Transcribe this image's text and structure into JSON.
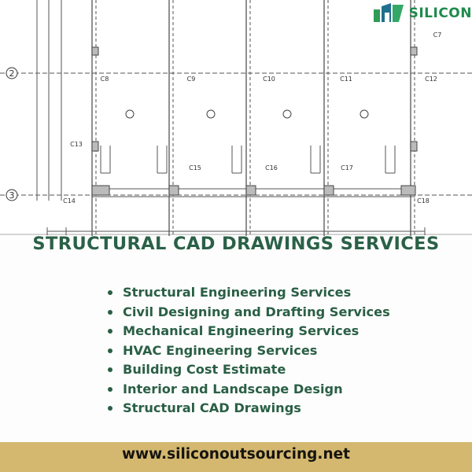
{
  "brand": {
    "name": "SILICON",
    "logo_color": "#1f8a4c"
  },
  "drawing": {
    "grid_markers": [
      "2",
      "3"
    ],
    "column_labels": [
      "C7",
      "C8",
      "C9",
      "C10",
      "C11",
      "C12",
      "C13",
      "C14",
      "C15",
      "C16",
      "C17",
      "C18"
    ]
  },
  "title": "STRUCTURAL CAD DRAWINGS SERVICES",
  "services": [
    "Structural Engineering Services",
    "Civil Designing and Drafting Services",
    "Mechanical Engineering Services",
    "HVAC Engineering Services",
    "Building Cost Estimate",
    "Interior and Landscape Design",
    "Structural CAD Drawings"
  ],
  "footer": {
    "url": "www.siliconoutsourcing.net"
  },
  "colors": {
    "title": "#2a6147",
    "bullets": "#2a5f45",
    "footer_bg": "#d4b870"
  }
}
